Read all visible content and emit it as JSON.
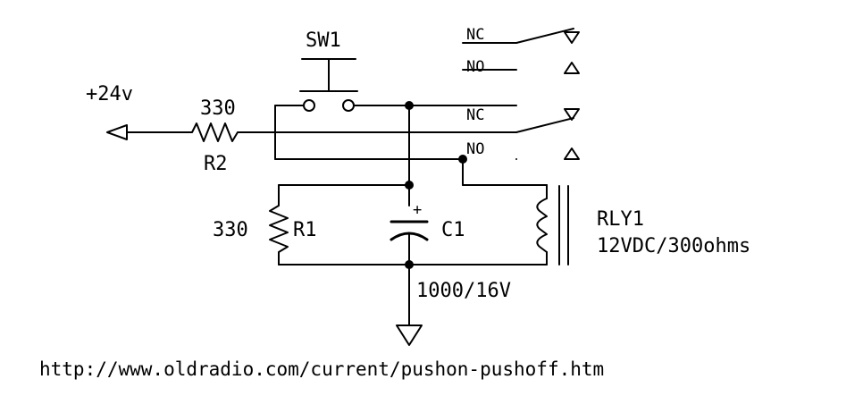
{
  "labels": {
    "supply": "+24v",
    "r2_value": "330",
    "r2_name": "R2",
    "sw_name": "SW1",
    "r1_value": "330",
    "r1_name": "R1",
    "c1_polarity": "+",
    "c1_name": "C1",
    "c1_value": "1000/16V",
    "relay_name": "RLY1",
    "relay_spec": "12VDC/300ohms",
    "contacts": {
      "nc1": "NC",
      "no1": "NO",
      "nc2": "NC",
      "no2": "NO"
    }
  },
  "footer": {
    "url": "http://www.oldradio.com/current/pushon-pushoff.htm"
  },
  "colors": {
    "ink": "#000000",
    "background": "#ffffff"
  },
  "icons": {
    "supply": "arrow-left-terminal",
    "ground": "ground-triangle",
    "switch": "push-button",
    "resistor": "zigzag",
    "capacitor": "polarized-capacitor",
    "relay": "relay-coil"
  }
}
